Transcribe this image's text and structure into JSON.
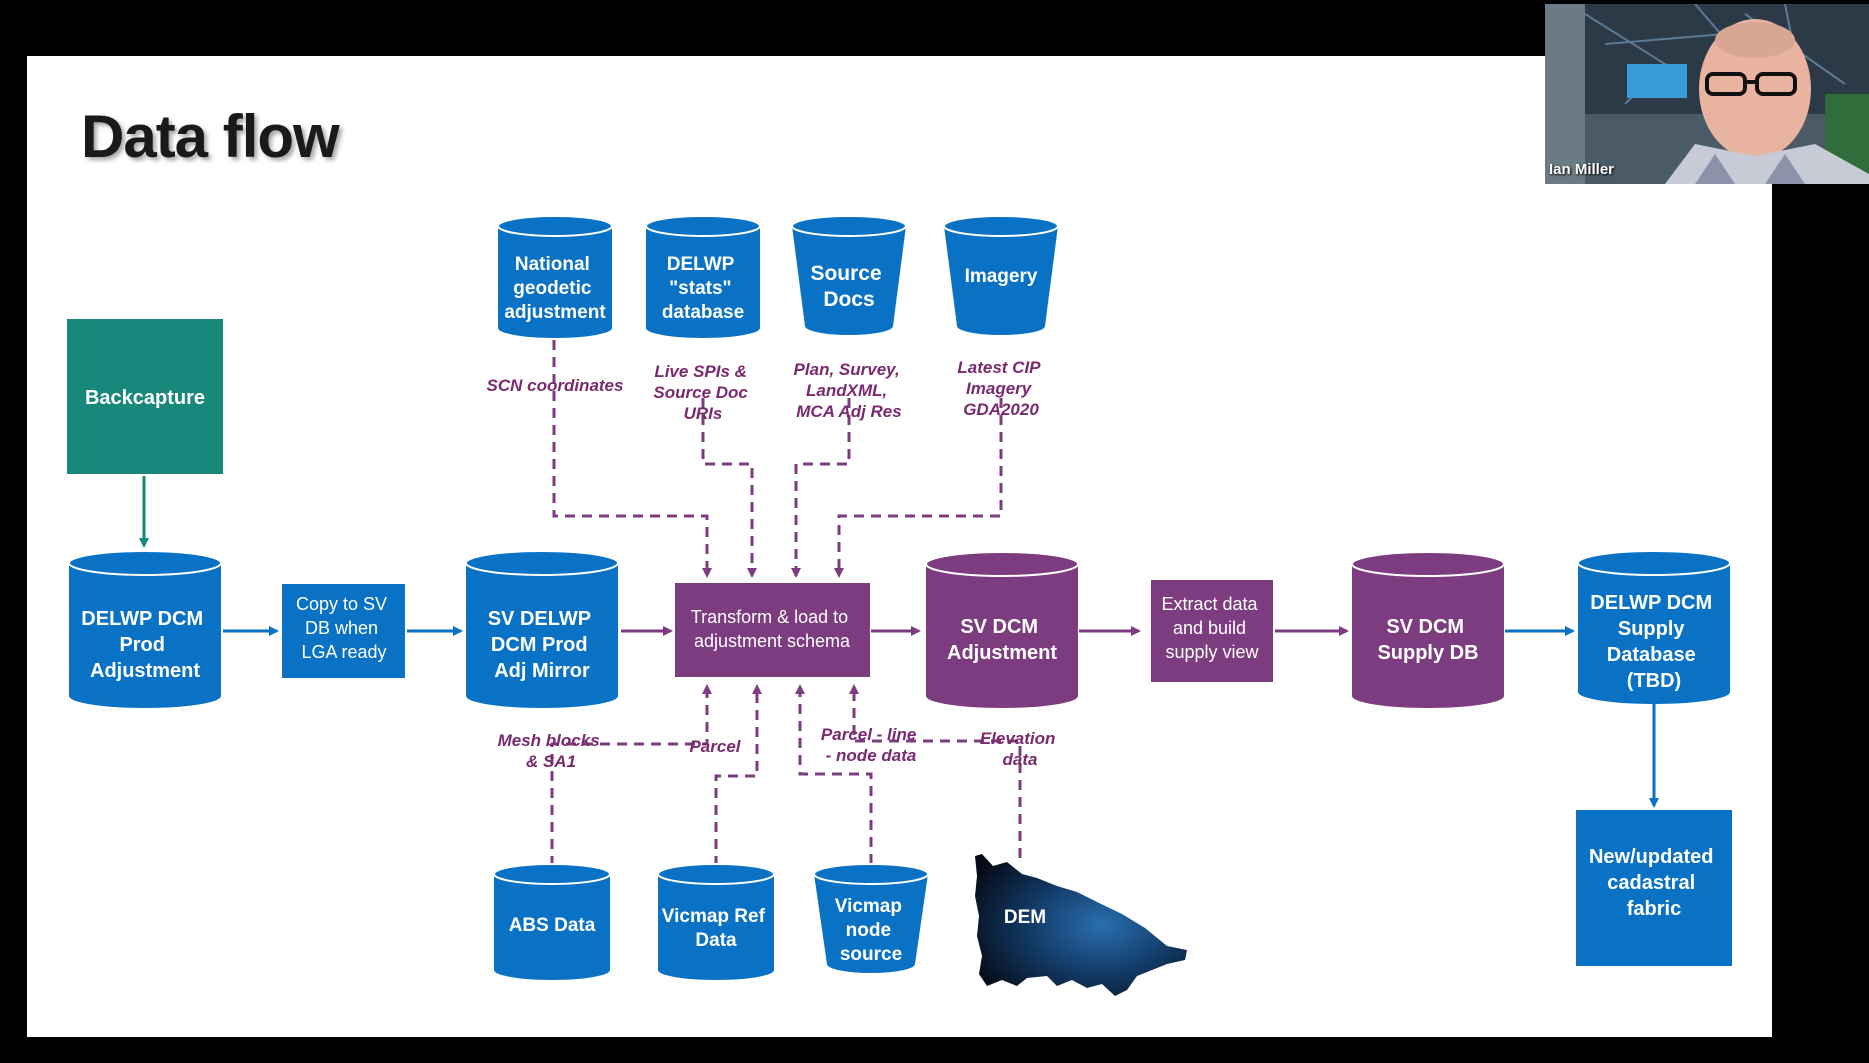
{
  "slide": {
    "title": "Data flow"
  },
  "nodes": {
    "backcapture": "Backcapture",
    "delwp_prod": [
      "DELWP DCM",
      "Prod",
      "Adjustment"
    ],
    "copy_to_sv": [
      "Copy to SV",
      "DB when",
      "LGA ready"
    ],
    "sv_mirror": [
      "SV DELWP",
      "DCM Prod",
      "Adj Mirror"
    ],
    "transform": [
      "Transform & load to",
      "adjustment schema"
    ],
    "sv_adjustment": [
      "SV DCM",
      "Adjustment"
    ],
    "extract": [
      "Extract data",
      "and build",
      "supply view"
    ],
    "sv_supply": [
      "SV DCM",
      "Supply DB"
    ],
    "delwp_supply": [
      "DELWP DCM",
      "Supply",
      "Database",
      "(TBD)"
    ],
    "cadastral": [
      "New/updated",
      "cadastral",
      "fabric"
    ],
    "national": [
      "National",
      "geodetic",
      "adjustment"
    ],
    "stats": [
      "DELWP",
      "\"stats\"",
      "database"
    ],
    "source_docs": [
      "Source",
      "Docs"
    ],
    "imagery": "Imagery",
    "abs": "ABS Data",
    "vicmap_ref": [
      "Vicmap Ref",
      "Data"
    ],
    "vicmap_node": [
      "Vicmap",
      "node",
      "source"
    ],
    "dem": "DEM"
  },
  "flow_labels": {
    "scn": "SCN coordinates",
    "live_spis": [
      "Live SPIs &",
      "Source Doc",
      "URIs"
    ],
    "plan_survey": [
      "Plan, Survey,",
      "LandXML,",
      "MCA Adj Res"
    ],
    "latest_cip": [
      "Latest CIP",
      "Imagery",
      "GDA2020"
    ],
    "mesh": [
      "Mesh blocks",
      "& SA1"
    ],
    "parcel": "Parcel",
    "parcel_line": [
      "Parcel - line",
      "- node data"
    ],
    "elevation": [
      "Elevation",
      "data"
    ]
  },
  "webcam": {
    "participant_name": "Ian Miller"
  },
  "colors": {
    "blue": "#0a72c4",
    "purple": "#7d3c7f",
    "teal": "#17887a",
    "background": "#ffffff",
    "frame": "#000000"
  }
}
